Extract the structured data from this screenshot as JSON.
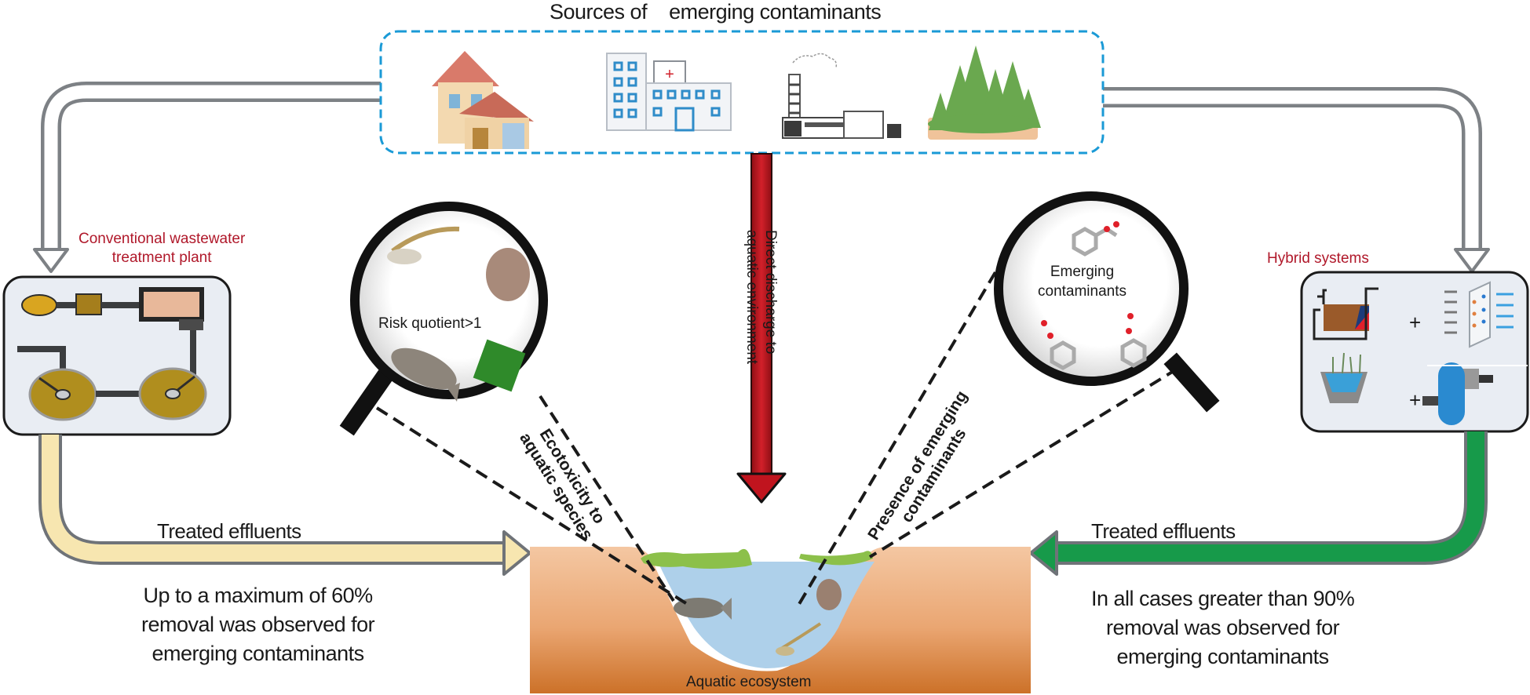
{
  "title": "Sources of    emerging contaminants",
  "sources": [
    {
      "name": "residential",
      "icon": "house-icon"
    },
    {
      "name": "hospital",
      "icon": "hospital-icon"
    },
    {
      "name": "industry",
      "icon": "factory-icon"
    },
    {
      "name": "agriculture-forest",
      "icon": "forest-icon"
    }
  ],
  "left_system": {
    "label_line1": "Conventional wastewater",
    "label_line2": "treatment plant",
    "effluent_label": "Treated effluents",
    "removal_line1": "Up to a maximum of 60%",
    "removal_line2": "removal was observed for",
    "removal_line3": "emerging contaminants",
    "removal_max_percent": 60
  },
  "right_system": {
    "label": "Hybrid systems",
    "plus": "+",
    "effluent_label": "Treated effluents",
    "removal_line1": "In all cases greater than 90%",
    "removal_line2": "removal was observed for",
    "removal_line3": "emerging contaminants",
    "removal_min_percent": 90
  },
  "center": {
    "direct_line1": "Direct discharge to",
    "direct_line2": "aquatic environment",
    "ecosystem_label": "Aquatic ecosystem"
  },
  "left_lens": {
    "text": "Risk quotient>1",
    "link_line1": "Ecotoxicity to",
    "link_line2": "aquatic species"
  },
  "right_lens": {
    "text_line1": "Emerging",
    "text_line2": "contaminants",
    "link_line1": "Presence of emerging",
    "link_line2": "contaminants"
  },
  "colors": {
    "source_border": "#1a9ad6",
    "direct_arrow": "#c0141e",
    "left_effluent": "#f7e6b0",
    "right_effluent": "#179a4a",
    "label_red": "#b0182a",
    "soil_top": "#f2c09a",
    "soil_bottom": "#d07a30",
    "water": "#aed0ea",
    "box_fill": "#e9edf3"
  }
}
